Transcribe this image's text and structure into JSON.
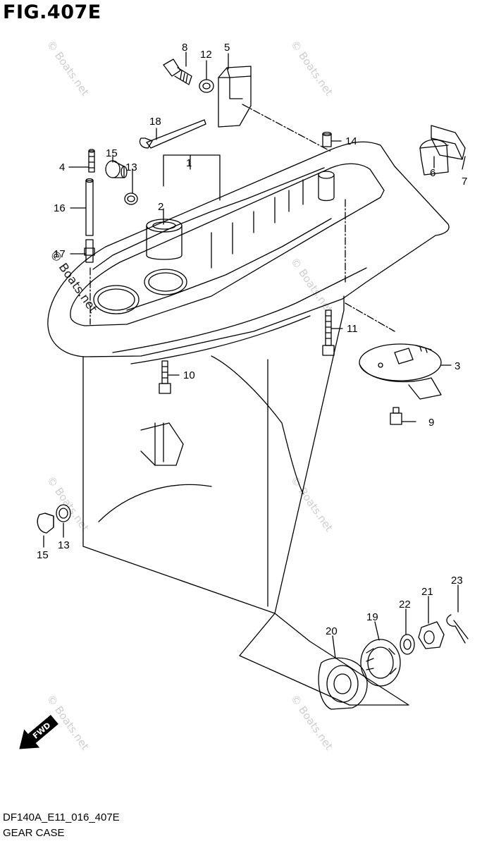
{
  "figure": {
    "title": "FIG.407E",
    "code": "DF140A_E11_016_407E",
    "name": "GEAR CASE"
  },
  "watermark": "© Boats.net",
  "fwd_label": "FWD",
  "callouts": [
    {
      "id": "c1",
      "label": "1"
    },
    {
      "id": "c2",
      "label": "2"
    },
    {
      "id": "c3",
      "label": "3"
    },
    {
      "id": "c4",
      "label": "4"
    },
    {
      "id": "c5",
      "label": "5"
    },
    {
      "id": "c6",
      "label": "6"
    },
    {
      "id": "c7",
      "label": "7"
    },
    {
      "id": "c8",
      "label": "8"
    },
    {
      "id": "c9",
      "label": "9"
    },
    {
      "id": "c10",
      "label": "10"
    },
    {
      "id": "c11",
      "label": "11"
    },
    {
      "id": "c12",
      "label": "12"
    },
    {
      "id": "c13a",
      "label": "13"
    },
    {
      "id": "c13b",
      "label": "13"
    },
    {
      "id": "c14",
      "label": "14"
    },
    {
      "id": "c15a",
      "label": "15"
    },
    {
      "id": "c15b",
      "label": "15"
    },
    {
      "id": "c16",
      "label": "16"
    },
    {
      "id": "c17",
      "label": "17"
    },
    {
      "id": "c18",
      "label": "18"
    },
    {
      "id": "c19",
      "label": "19"
    },
    {
      "id": "c20",
      "label": "20"
    },
    {
      "id": "c21",
      "label": "21"
    },
    {
      "id": "c22",
      "label": "22"
    },
    {
      "id": "c23",
      "label": "23"
    }
  ],
  "colors": {
    "line": "#000000",
    "watermark": "#cfcfcf"
  }
}
